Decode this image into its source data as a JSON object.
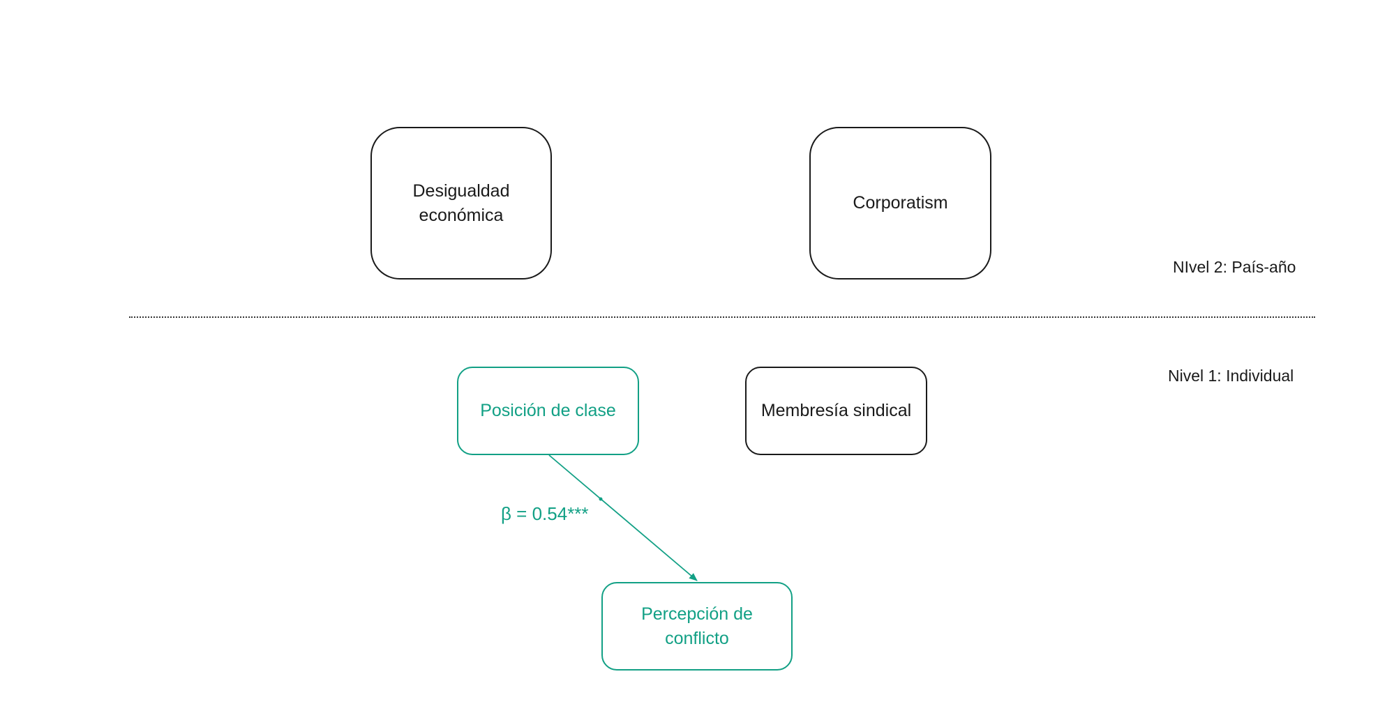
{
  "diagram": {
    "level2": {
      "label": "NIvel 2: País-año",
      "nodes": [
        {
          "id": "desigualdad",
          "text": "Desigualdad\neconómica"
        },
        {
          "id": "corporatism",
          "text": "Corporatism"
        }
      ]
    },
    "level1": {
      "label": "Nivel 1: Individual",
      "nodes": [
        {
          "id": "posicion",
          "text": "Posición de clase",
          "highlighted": true
        },
        {
          "id": "membresia",
          "text": "Membresía sindical",
          "highlighted": false
        },
        {
          "id": "percepcion",
          "text": "Percepción de\nconflicto",
          "highlighted": true
        }
      ]
    },
    "edges": [
      {
        "from": "posicion",
        "to": "percepcion",
        "label": "β = 0.54***"
      }
    ],
    "colors": {
      "accent": "#12a085",
      "default_stroke": "#1a1a1a"
    }
  }
}
